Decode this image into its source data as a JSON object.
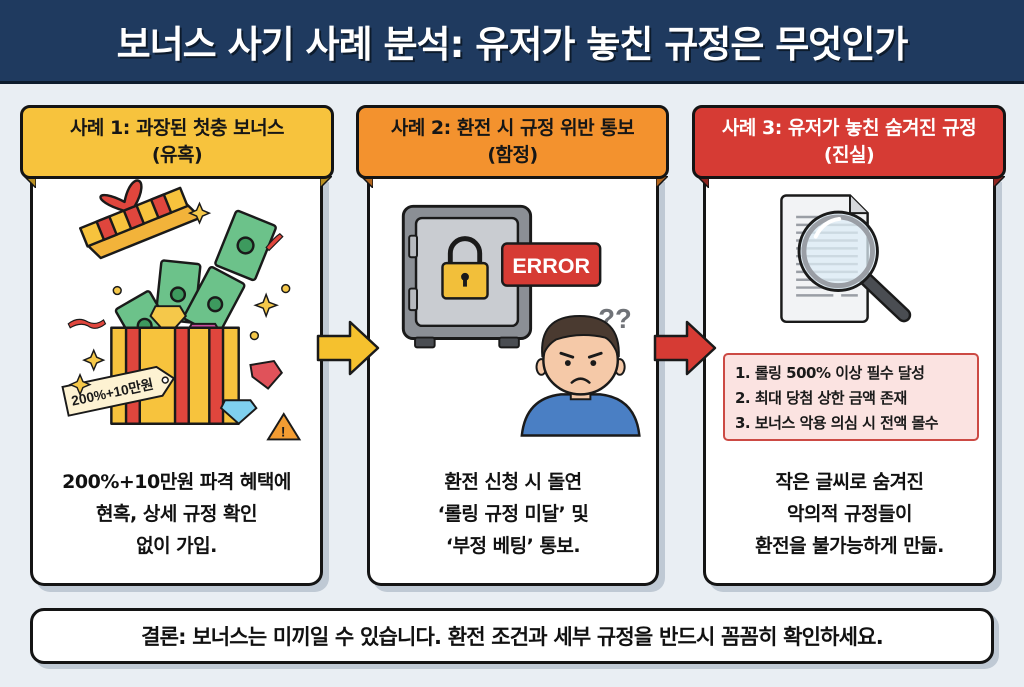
{
  "title": "보너스 사기 사례 분석: 유저가 놓친 규정은 무엇인가",
  "colors": {
    "title_bg": "#1f3a5f",
    "case1": "#f7c33d",
    "case2": "#f3922e",
    "case3": "#d63b34",
    "background": "#e9eef3"
  },
  "cases": [
    {
      "heading_line1": "사례 1: 과장된 첫충 보너스",
      "heading_line2": "(유혹)",
      "illustration": "gift-box-with-money-and-gems",
      "tag_label": "200%+10만원",
      "description": [
        "200%+10만원 파격 혜택에",
        "현혹, 상세 규정 확인",
        "없이 가입."
      ]
    },
    {
      "heading_line1": "사례 2: 환전 시 규정 위반 통보",
      "heading_line2": "(함정)",
      "illustration": "locked-safe-and-confused-user",
      "error_label": "ERROR",
      "question_marks": "??",
      "description": [
        "환전 신청 시 돌연",
        "‘롤링 규정 미달’ 및",
        "‘부정 베팅’ 통보."
      ]
    },
    {
      "heading_line1": "사례 3: 유저가 놓친 숨겨진 규정",
      "heading_line2": "(진실)",
      "illustration": "document-under-magnifying-glass",
      "rules": [
        "1. 롤링 500% 이상 필수 달성",
        "2. 최대 당첨 상한 금액 존재",
        "3. 보너스 악용 의심 시 전액 몰수"
      ],
      "description": [
        "작은 글씨로 숨겨진",
        "악의적 규정들이",
        "환전을 불가능하게 만듦."
      ]
    }
  ],
  "arrows": [
    {
      "from": 1,
      "to": 2,
      "color": "#f5c12e"
    },
    {
      "from": 2,
      "to": 3,
      "color": "#d63b34"
    }
  ],
  "conclusion": "결론: 보너스는 미끼일 수 있습니다. 환전 조건과 세부 규정을 반드시 꼼꼼히 확인하세요."
}
